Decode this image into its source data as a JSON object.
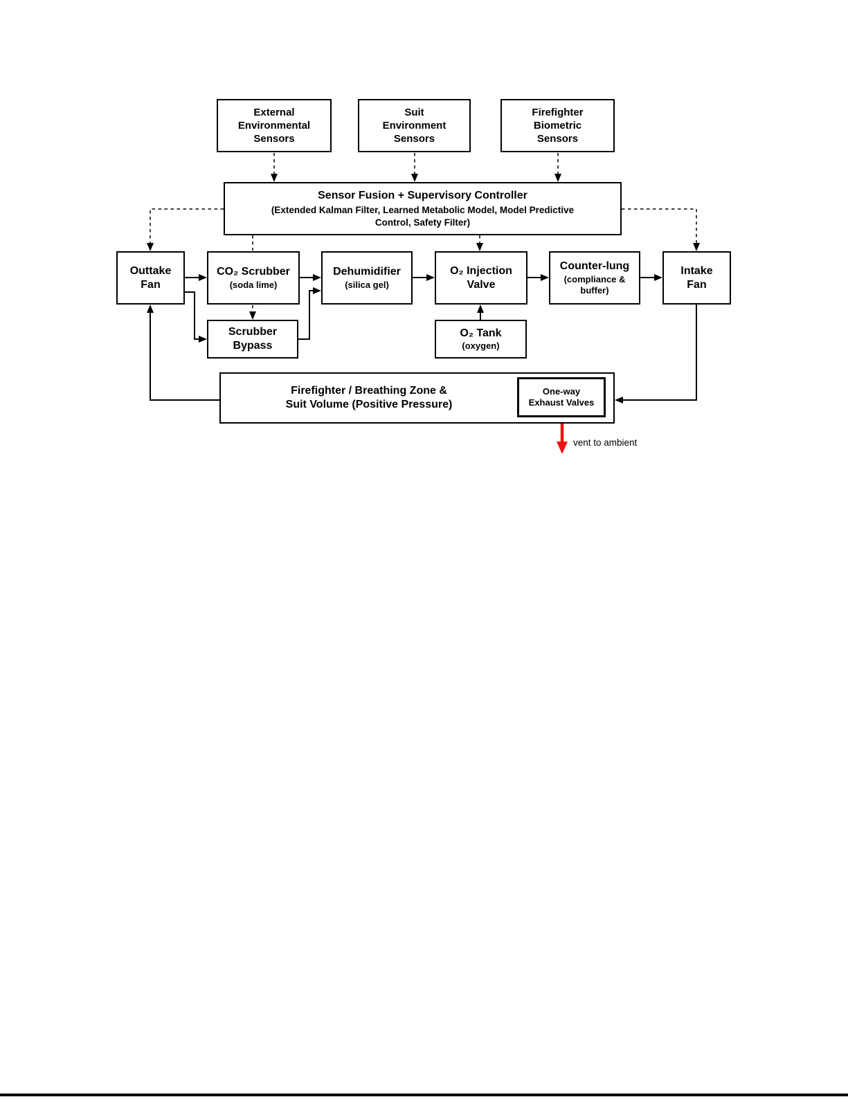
{
  "colors": {
    "line": "#000000",
    "vent_arrow": "#ee1111",
    "background": "#ffffff"
  },
  "diagram": {
    "sensor_boxes": {
      "external": "External\nEnvironmental\nSensors",
      "suit": "Suit\nEnvironment\nSensors",
      "biometric": "Firefighter\nBiometric\nSensors"
    },
    "controller": {
      "title": "Sensor Fusion + Supervisory Controller",
      "subtitle": "(Extended Kalman Filter, Learned Metabolic Model, Model Predictive\nControl, Safety Filter)"
    },
    "loop_nodes": {
      "outtake_fan": {
        "title": "Outtake\nFan"
      },
      "co2_scrubber": {
        "title": "CO₂ Scrubber",
        "subtitle": "(soda lime)"
      },
      "dehumidifier": {
        "title": "Dehumidifier",
        "subtitle": "(silica gel)"
      },
      "o2_injection_valve": {
        "title": "O₂ Injection\nValve"
      },
      "counter_lung": {
        "title": "Counter-lung",
        "subtitle": "(compliance &\nbuffer)"
      },
      "intake_fan": {
        "title": "Intake\nFan"
      },
      "scrubber_bypass": {
        "title": "Scrubber\nBypass"
      },
      "o2_tank": {
        "title": "O₂ Tank",
        "subtitle": "(oxygen)"
      }
    },
    "suit_volume": {
      "title": "Firefighter / Breathing Zone &\nSuit Volume (Positive Pressure)",
      "exhaust_valves": "One-way\nExhaust Valves"
    },
    "vent_label": "vent to ambient"
  }
}
